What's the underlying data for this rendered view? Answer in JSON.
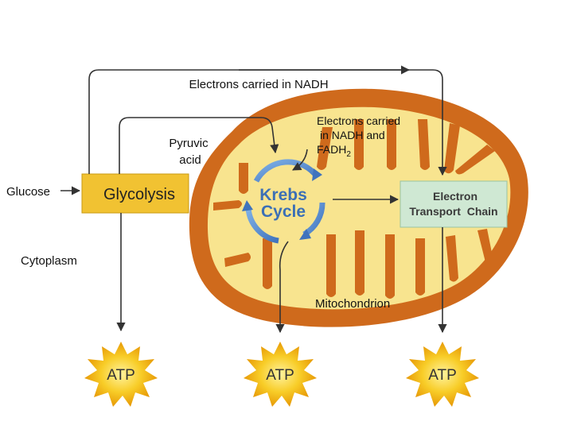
{
  "labels": {
    "electrons_nadh": "Electrons carried in NADH",
    "pyruvic_line1": "Pyruvic",
    "pyruvic_line2": "acid",
    "electrons_nadh_fadh_line1": "Electrons carried",
    "electrons_nadh_fadh_line2": "in NADH and",
    "electrons_nadh_fadh_line3_main": "FADH",
    "electrons_nadh_fadh_line3_sub": "2",
    "glucose": "Glucose",
    "glycolysis": "Glycolysis",
    "krebs_line1": "Krebs",
    "krebs_line2": "Cycle",
    "etc_line1": "Electron",
    "etc_line2": "Transport  Chain",
    "cytoplasm": "Cytoplasm",
    "mitochondrion": "Mitochondrion",
    "atp_1": "ATP",
    "atp_2": "ATP",
    "atp_3": "ATP"
  },
  "colors": {
    "mito_outer": "#cf6a1c",
    "mito_inner": "#f8e48f",
    "glycolysis_box": "#f1c232",
    "etc_box": "#cfe8d3",
    "krebs_text": "#3b6fb6",
    "krebs_ring": "#5b8fd0",
    "arrow": "#333333",
    "atp_star": "#f3b60e",
    "atp_text": "#333333"
  },
  "icons": {
    "atp_burst": "star-burst-icon",
    "cycle_arrows": "cycle-arrow-icon"
  }
}
